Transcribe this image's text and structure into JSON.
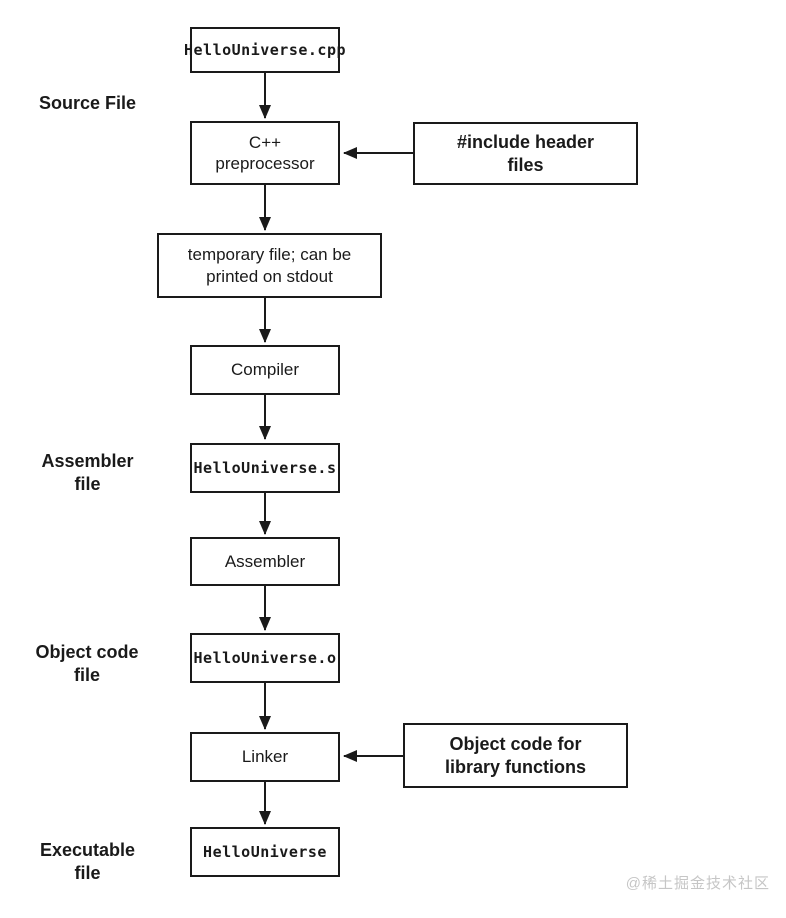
{
  "diagram": {
    "stage_labels": {
      "source": "Source File",
      "assembler": "Assembler\nfile",
      "object_code": "Object code\nfile",
      "executable": "Executable\nfile"
    },
    "nodes": {
      "source_file": "HelloUniverse.cpp",
      "preprocessor": "C++\npreprocessor",
      "temp_file": "temporary file; can be\nprinted on stdout",
      "compiler": "Compiler",
      "assembly_file": "HelloUniverse.s",
      "assembler": "Assembler",
      "object_file": "HelloUniverse.o",
      "linker": "Linker",
      "executable_file": "HelloUniverse"
    },
    "inputs": {
      "headers": "#include header\nfiles",
      "libraries": "Object code for\nlibrary functions"
    },
    "watermark": "@稀土掘金技术社区",
    "colors": {
      "line": "#1a1a1a",
      "background": "#ffffff",
      "watermark": "#c6c6c6"
    }
  }
}
